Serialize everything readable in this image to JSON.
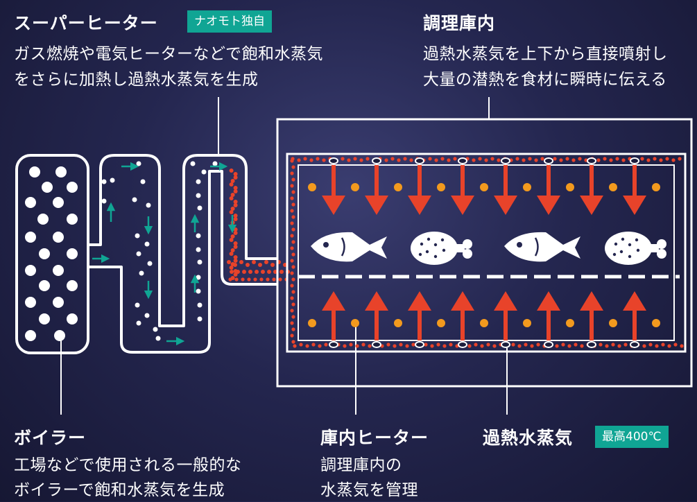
{
  "colors": {
    "background": "#24264f",
    "accent_teal": "#10a594",
    "steam_red": "#e8432a",
    "heater_orange": "#f39a1e",
    "line_white": "#ffffff"
  },
  "super_heater": {
    "title": "スーパーヒーター",
    "badge": "ナオモト独自",
    "desc_line1": "ガス燃焼や電気ヒーターなどで飽和水蒸気",
    "desc_line2": "をさらに加熱し過熱水蒸気を生成"
  },
  "cooking_chamber": {
    "title": "調理庫内",
    "desc_line1": "過熱水蒸気を上下から直接噴射し",
    "desc_line2": "大量の潜熱を食材に瞬時に伝える"
  },
  "boiler": {
    "title": "ボイラー",
    "desc_line1": "工場などで使用される一般的な",
    "desc_line2": "ボイラーで飽和水蒸気を生成"
  },
  "chamber_heater": {
    "title": "庫内ヒーター",
    "desc_line1": "調理庫内の",
    "desc_line2": "水蒸気を管理"
  },
  "superheated_steam": {
    "title": "過熱水蒸気",
    "badge": "最高400℃"
  },
  "icons": [
    "fish-icon",
    "chicken-drumstick-icon",
    "arrow-down-icon",
    "arrow-up-icon",
    "flow-arrow-icon"
  ]
}
